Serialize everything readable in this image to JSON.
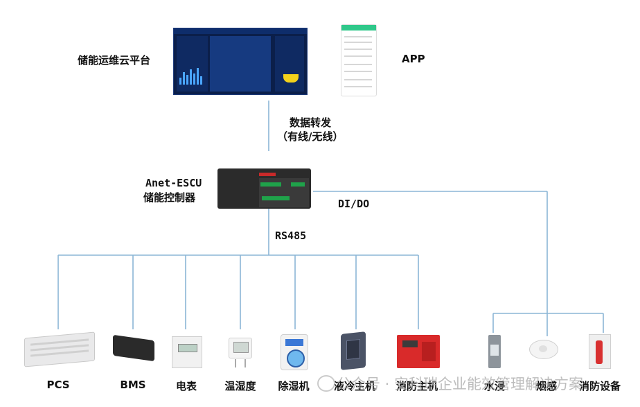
{
  "platform": {
    "title": "储能运维云平台"
  },
  "app": {
    "title": "APP"
  },
  "forward": {
    "line1": "数据转发",
    "line2": "（有线/无线）"
  },
  "controller": {
    "model": "Anet-ESCU",
    "name": "储能控制器"
  },
  "links": {
    "rs485": "RS485",
    "dido": "DI/DO"
  },
  "devices": [
    "PCS",
    "BMS",
    "电表",
    "温湿度",
    "除湿机",
    "液冷主机",
    "消防主机",
    "水浸",
    "烟感",
    "消防设备"
  ],
  "watermark": {
    "text": "公众号 · 安科瑞企业能效管理解决方案"
  },
  "colors": {
    "wire": "#8bb6d6",
    "dashboard_bg": "#0b1f4a",
    "fire_red": "#d92a2a"
  }
}
